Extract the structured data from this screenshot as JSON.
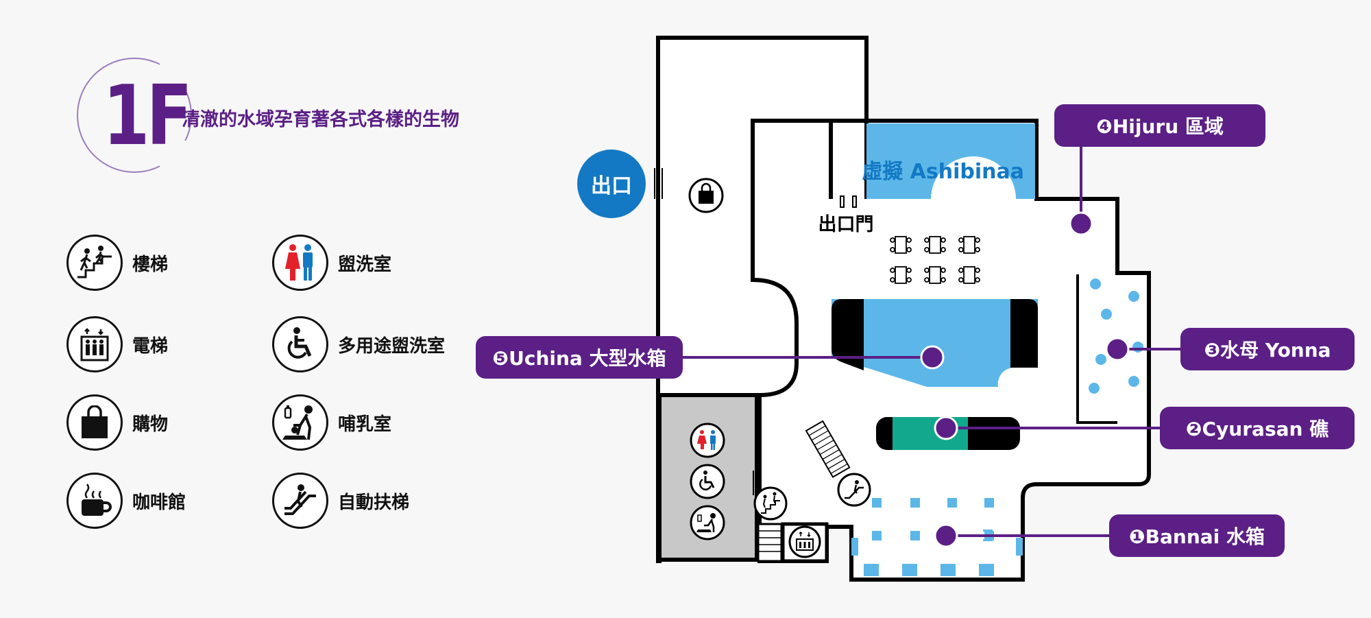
{
  "header": {
    "floor": "1F",
    "subtitle": "清澈的水域孕育著各式各樣的生物"
  },
  "legend": [
    {
      "icon": "stairs-icon",
      "label": "樓梯"
    },
    {
      "icon": "elevator-icon",
      "label": "電梯"
    },
    {
      "icon": "shopping-icon",
      "label": "購物"
    },
    {
      "icon": "coffee-icon",
      "label": "咖啡館"
    },
    {
      "icon": "restroom-icon",
      "label": "盥洗室"
    },
    {
      "icon": "wheelchair-icon",
      "label": "多用途盥洗室"
    },
    {
      "icon": "nursing-room-icon",
      "label": "哺乳室"
    },
    {
      "icon": "escalator-icon",
      "label": "自動扶梯"
    }
  ],
  "map": {
    "exit_badge": "出口",
    "exit_gate": "出口門",
    "virtual_zone": "虛擬 Ashibinaa",
    "callouts": [
      {
        "label": "❶Bannai 水箱"
      },
      {
        "label": "❷Cyurasan 礁"
      },
      {
        "label": "❸水母 Yonna"
      },
      {
        "label": "❹Hijuru 區域"
      },
      {
        "label": "❺Uchina 大型水箱"
      }
    ]
  },
  "colors": {
    "purple": "#5b1f86",
    "water": "#5cb7e8",
    "exit_blue": "#1479c4",
    "reef_green": "#12a88e",
    "room_gray": "#c8c8c8"
  }
}
